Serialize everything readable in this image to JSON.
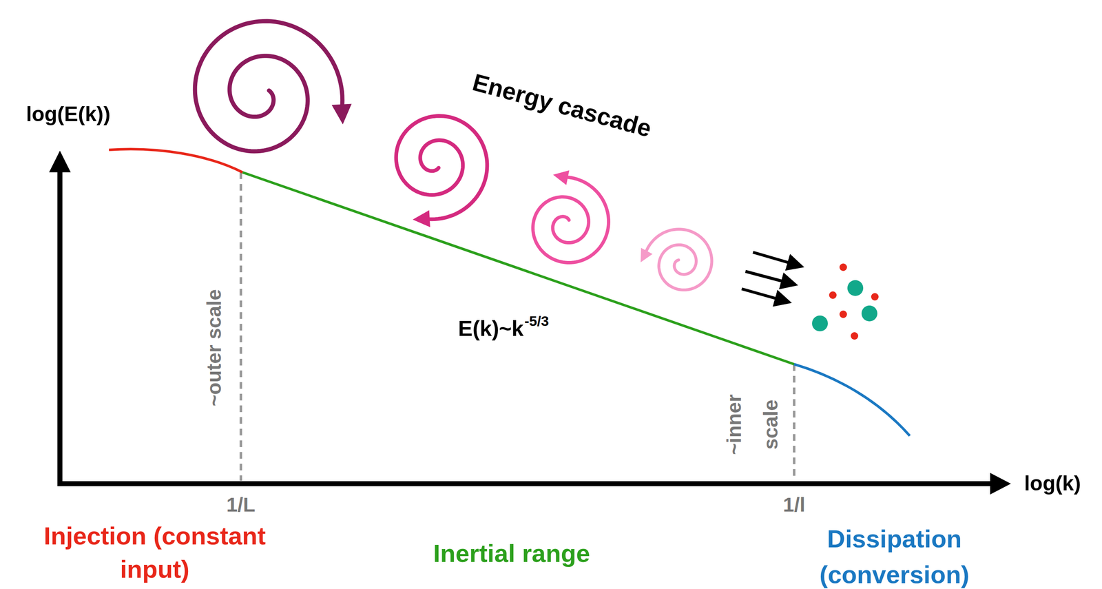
{
  "diagram": {
    "labels": [
      "log(E(k))",
      "log(k)",
      "Energy cascade",
      "E(k)~k",
      "-5/3",
      "~outer scale",
      "~inner scale",
      "1/L",
      "1/l",
      "Injection (constant input)",
      "Inertial range",
      "Dissipation (conversion)"
    ]
  }
}
